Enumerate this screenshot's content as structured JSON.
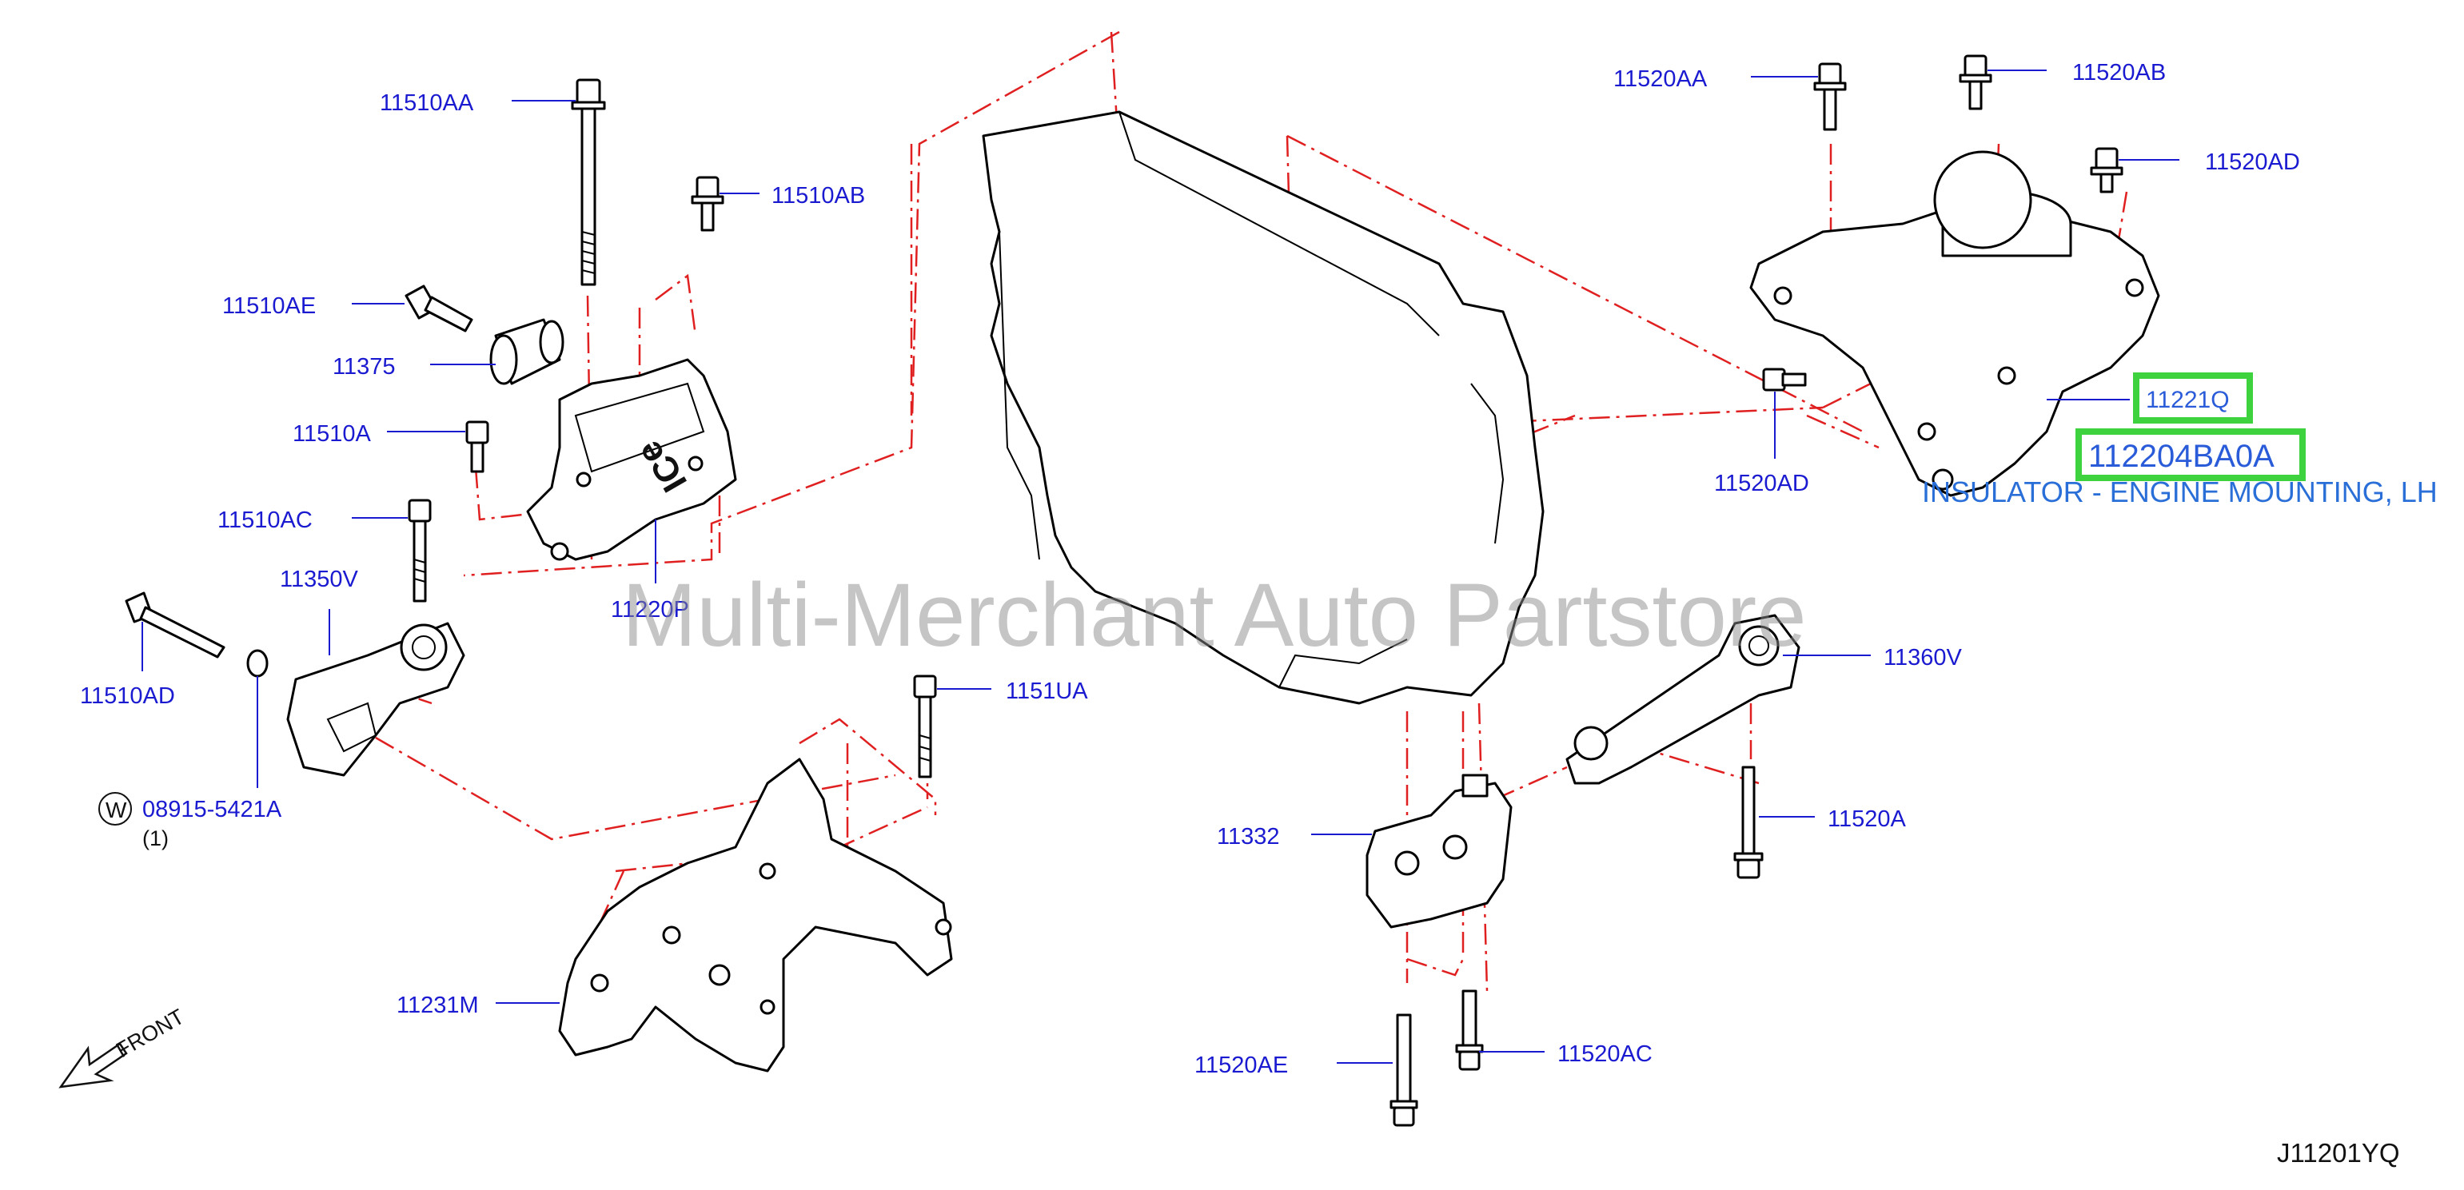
{
  "diagram": {
    "watermark": "Multi-Merchant Auto Partstore",
    "diagram_code": "J11201YQ",
    "front_label": "FRONT",
    "washer_symbol": "W",
    "washer_part": "08915-5421A",
    "washer_qty": "(1)",
    "highlight": {
      "part_a": "11221Q",
      "part_b": "112204BA0A",
      "description": "INSULATOR - ENGINE MOUNTING, LH"
    },
    "labels": {
      "p11510AA": "11510AA",
      "p11510AB": "11510AB",
      "p11510AE": "11510AE",
      "p11375": "11375",
      "p11510A": "11510A",
      "p11510AC": "11510AC",
      "p11350V": "11350V",
      "p11510AD": "11510AD",
      "p11220P": "11220P",
      "p1151UA": "1151UA",
      "p11231M": "11231M",
      "p11332": "11332",
      "p11520AE": "11520AE",
      "p11520AC": "11520AC",
      "p11360V": "11360V",
      "p11520A": "11520A",
      "p11520AA": "11520AA",
      "p11520AB": "11520AB",
      "p11520AD_top": "11520AD",
      "p11520AD_left": "11520AD"
    },
    "colors": {
      "label_blue": "#1a1ad0",
      "dash_red": "#e02020",
      "highlight_green": "#3fd23f",
      "description_blue": "#2a6fd8"
    }
  }
}
